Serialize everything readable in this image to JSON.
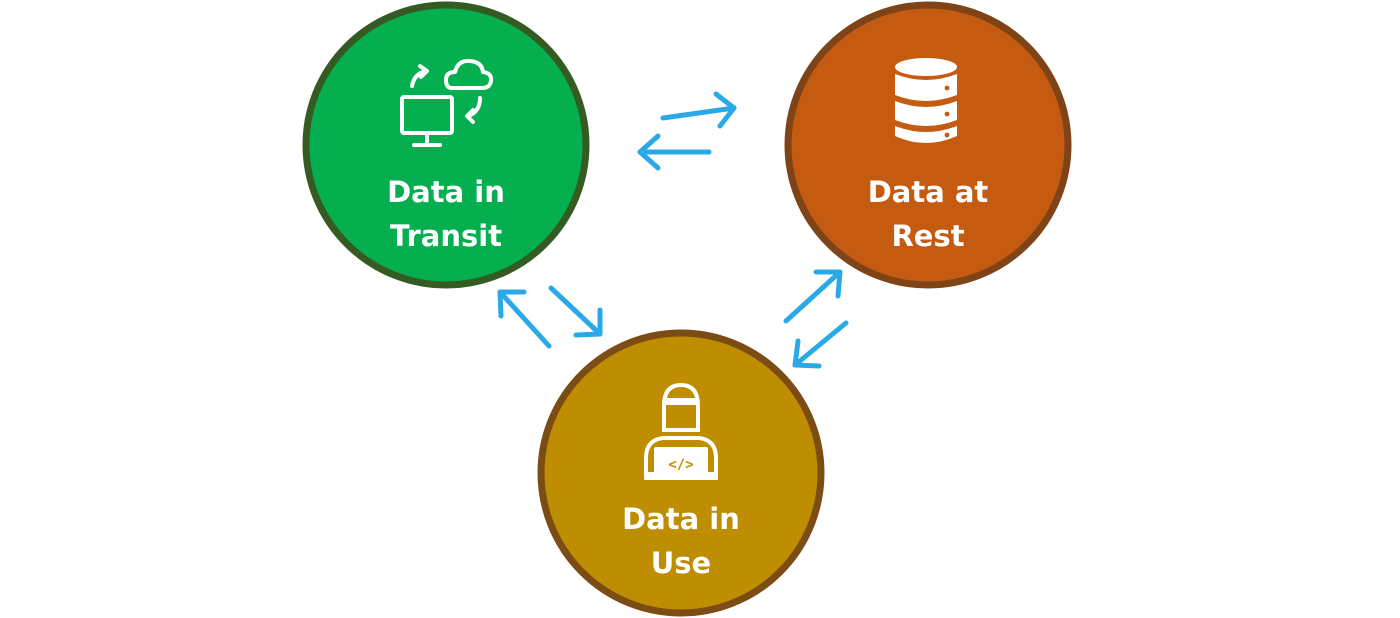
{
  "colors": {
    "transit_fill": "#05AF4F",
    "transit_border": "#345B22",
    "rest_fill": "#C55B11",
    "rest_border": "#7E4417",
    "use_fill": "#BF8E00",
    "use_border": "#7B4C13",
    "arrow": "#2AA9E8",
    "icon": "#ffffff"
  },
  "nodes": {
    "transit": {
      "label_line1": "Data in",
      "label_line2": "Transit",
      "icon": "monitor-cloud-sync-icon"
    },
    "rest": {
      "label_line1": "Data at",
      "label_line2": "Rest",
      "icon": "database-icon"
    },
    "use": {
      "label_line1": "Data in",
      "label_line2": "Use",
      "icon": "developer-laptop-icon"
    }
  },
  "arrows": [
    {
      "from": "transit",
      "to": "rest",
      "direction": "bidirectional"
    },
    {
      "from": "transit",
      "to": "use",
      "direction": "bidirectional"
    },
    {
      "from": "rest",
      "to": "use",
      "direction": "bidirectional"
    }
  ]
}
